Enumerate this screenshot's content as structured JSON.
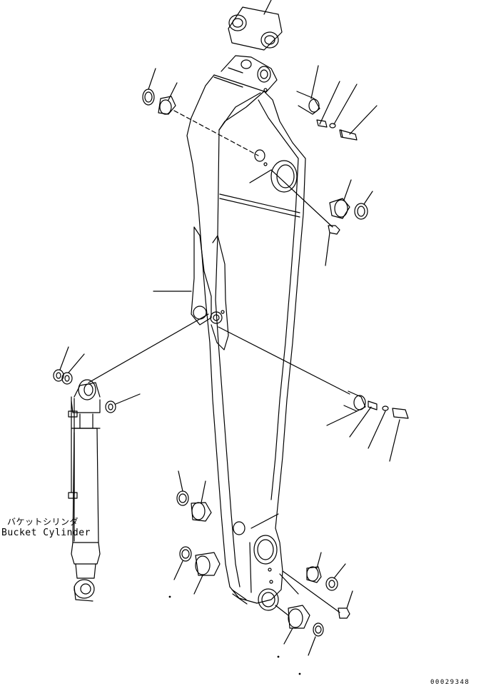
{
  "labels": {
    "bucket_cylinder_jp": "バケットシリンダ",
    "bucket_cylinder_en": "Bucket Cylinder",
    "drawing_code": "00029348"
  },
  "style": {
    "line_color": "#000000",
    "background": "#ffffff"
  }
}
